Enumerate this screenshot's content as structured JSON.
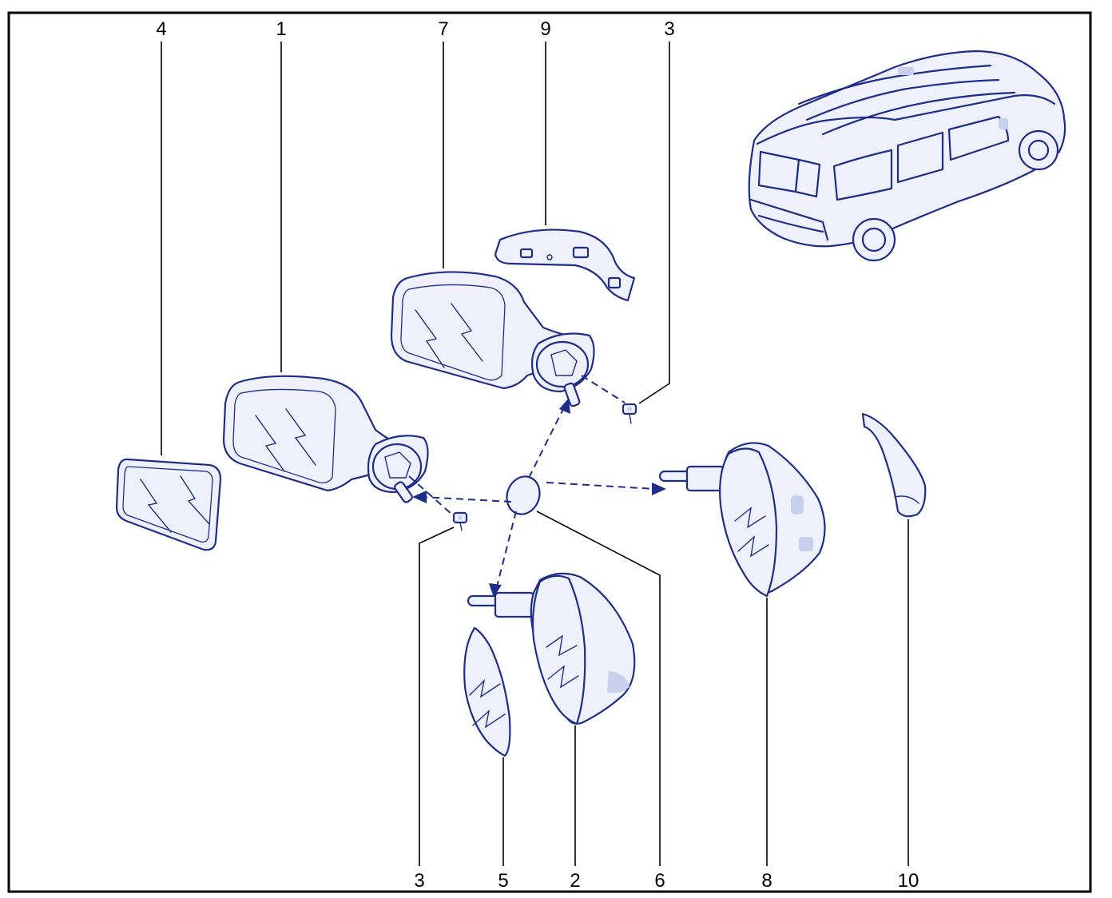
{
  "diagram": {
    "frame_color": "#000000",
    "line_color": "#1f2d8a",
    "fill_color": "#eef1fb",
    "callouts": {
      "top": [
        "4",
        "1",
        "7",
        "9",
        "3"
      ],
      "bottom": [
        "3",
        "5",
        "2",
        "6",
        "8",
        "10"
      ]
    }
  }
}
